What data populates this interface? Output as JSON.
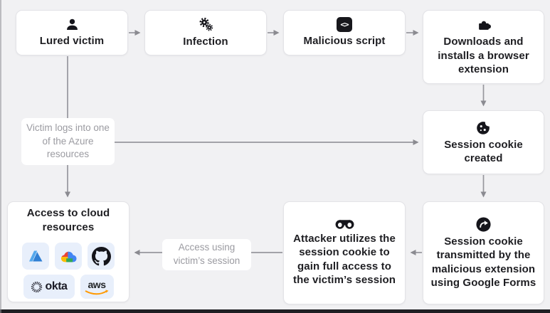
{
  "diagram": {
    "title_hint": "Session cookie theft attack flow",
    "nodes": {
      "lured_victim": {
        "label": "Lured victim",
        "icon": "person-icon"
      },
      "infection": {
        "label": "Infection",
        "icon": "virus-gears-icon"
      },
      "malicious_script": {
        "label": "Malicious script",
        "icon": "code-icon",
        "code_glyph": "<>"
      },
      "downloads_extension": {
        "label": "Downloads and installs a browser extension",
        "icon": "puzzle-icon"
      },
      "session_cookie_created": {
        "label": "Session cookie created",
        "icon": "cookie-icon"
      },
      "session_cookie_transmitted": {
        "label": "Session cookie transmitted by the malicious extension using Google Forms",
        "icon": "send-icon"
      },
      "attacker_utilizes": {
        "label": "Attacker utilizes the session cookie to gain full access to the victim’s session",
        "icon": "mask-icon"
      },
      "access_cloud": {
        "label": "Access to cloud resources",
        "brand_icons": [
          "azure-icon",
          "google-cloud-icon",
          "github-icon",
          "okta-icon",
          "aws-icon"
        ],
        "okta_text": "okta",
        "aws_text": "aws"
      }
    },
    "edge_labels": {
      "victim_logs": "Victim logs into one of the Azure resources",
      "access_using": "Access using victim’s session"
    },
    "colors": {
      "background": "#f1f1f3",
      "node_bg": "#ffffff",
      "node_border": "#e3e3e7",
      "node_text": "#1e1e22",
      "arrow": "#97979d",
      "edge_label_text": "#9b9ba1",
      "tile_bg": "#e8effb",
      "icon_black": "#15151b",
      "azure_blue_light": "#54a8ec",
      "azure_blue_dark": "#2f7fd4",
      "gcp_blue": "#4285f4",
      "gcp_red": "#ea4335",
      "gcp_yellow": "#fbbc05",
      "gcp_green": "#34a853",
      "aws_orange": "#ff9900",
      "bottom_bar": "#1f1f23"
    }
  }
}
